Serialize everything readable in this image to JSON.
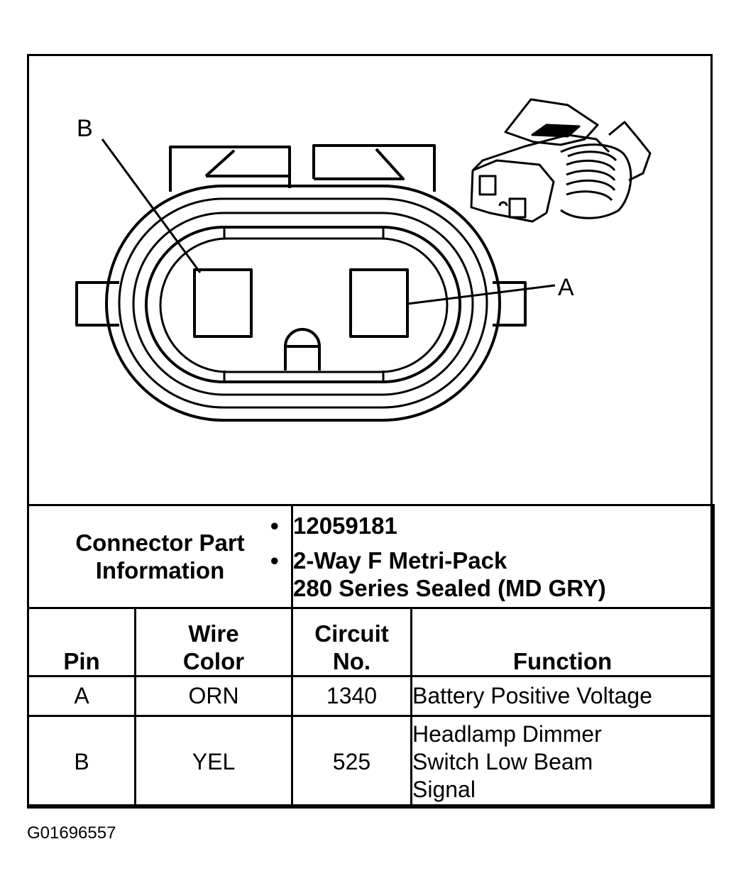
{
  "diagram": {
    "pin_label_b": "B",
    "pin_label_a": "A"
  },
  "table": {
    "part_info_label_line1": "Connector Part",
    "part_info_label_line2": "Information",
    "part_number": "12059181",
    "part_desc_line1": "2-Way F Metri-Pack",
    "part_desc_line2": "280 Series Sealed (MD GRY)",
    "columns": {
      "pin": "Pin",
      "wire_color_line1": "Wire",
      "wire_color_line2": "Color",
      "circuit_line1": "Circuit",
      "circuit_line2": "No.",
      "function": "Function"
    },
    "rows": [
      {
        "pin": "A",
        "wire_color": "ORN",
        "circuit": "1340",
        "function_lines": [
          "Battery Positive Voltage"
        ]
      },
      {
        "pin": "B",
        "wire_color": "YEL",
        "circuit": "525",
        "function_lines": [
          "Headlamp Dimmer",
          "Switch Low Beam",
          "Signal"
        ]
      }
    ]
  },
  "figure_id": "G01696557"
}
